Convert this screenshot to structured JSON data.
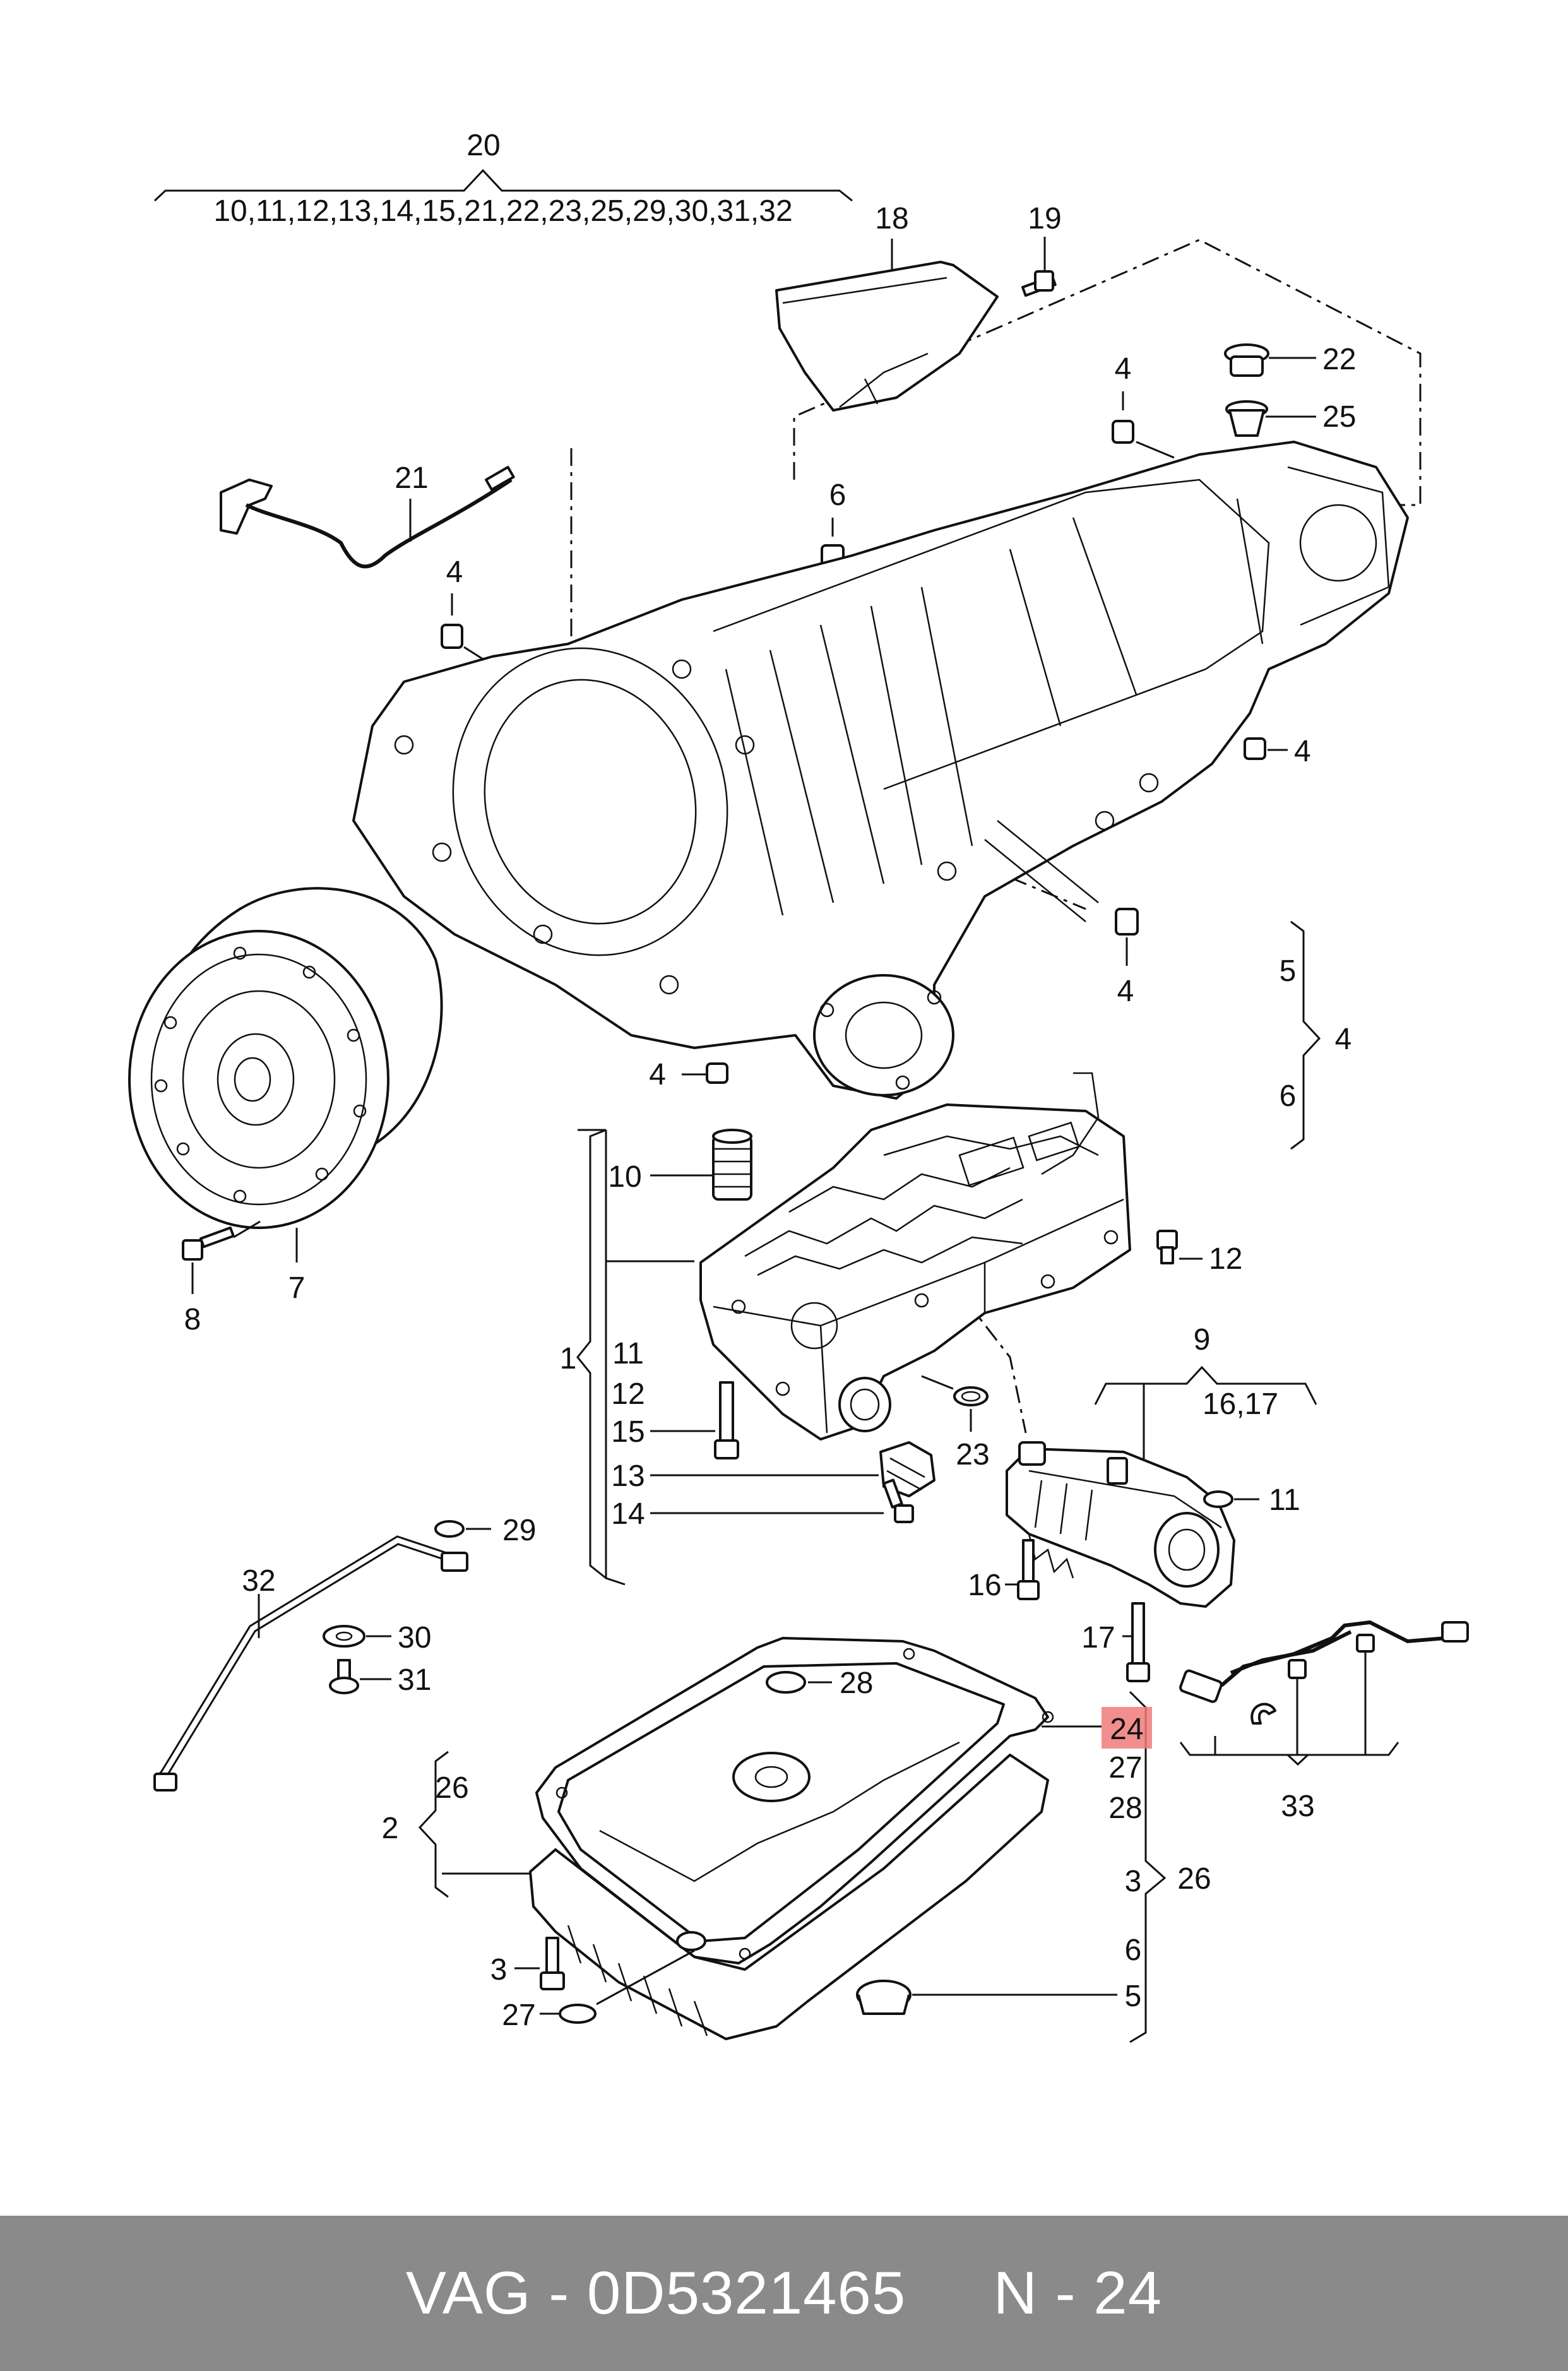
{
  "callouts": {
    "c20": "20",
    "c20_list": "10,11,12,13,14,15,21,22,23,25,29,30,31,32",
    "c18": "18",
    "c19": "19",
    "c22": "22",
    "c25": "25",
    "c4a": "4",
    "c6a": "6",
    "c21": "21",
    "c4b": "4",
    "c4c": "4",
    "c4d": "4",
    "c4e": "4",
    "c5r": "5",
    "c6r": "6",
    "c4r": "4",
    "c10": "10",
    "c12r": "12",
    "c1": "1",
    "c11l": "11",
    "c12l": "12",
    "c15": "15",
    "c13": "13",
    "c14": "14",
    "c23": "23",
    "c9": "9",
    "c1617": "16,17",
    "c11r": "11",
    "c16": "16",
    "c17": "17",
    "c8": "8",
    "c7": "7",
    "c29": "29",
    "c32": "32",
    "c30": "30",
    "c31": "31",
    "c28": "28",
    "c24": "24",
    "c27r": "27",
    "c28r": "28",
    "c3r": "3",
    "c26r": "26",
    "c6b": "6",
    "c5b": "5",
    "c33": "33",
    "c2": "2",
    "c26l": "26",
    "c3l": "3",
    "c27l": "27"
  },
  "highlight_color": "#f07a7a",
  "footer": {
    "brand": "VAG",
    "part_number": "0D5321465",
    "position": "N - 24"
  }
}
